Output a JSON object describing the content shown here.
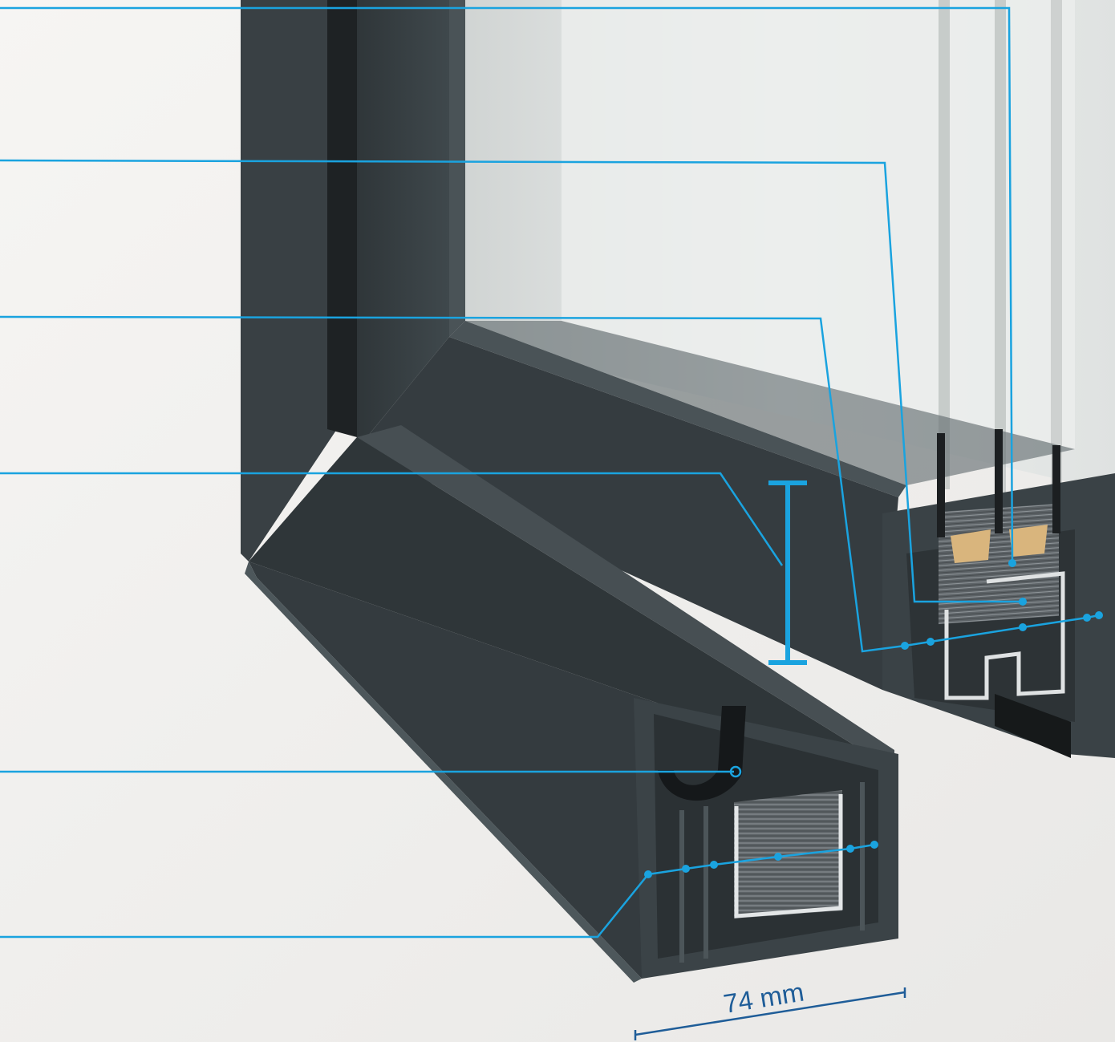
{
  "dimension": {
    "label": "74 mm",
    "color": "#1f5d98"
  },
  "colors": {
    "frame": "#3a4246",
    "frame_dark": "#2a3033",
    "frame_edge": "#4b5559",
    "section": "#353c40",
    "gasket": "#1b1d1f",
    "glass": "#e4e8e7",
    "steel": "#c9ccce",
    "spacer": "#d7b47c",
    "leader": "#1aa3df"
  },
  "callouts": [
    {
      "id": "callout-warm-edge-spacer"
    },
    {
      "id": "callout-sash-steel"
    },
    {
      "id": "callout-sash-chambers"
    },
    {
      "id": "callout-sash-height"
    },
    {
      "id": "callout-gasket"
    },
    {
      "id": "callout-frame-chambers"
    }
  ]
}
